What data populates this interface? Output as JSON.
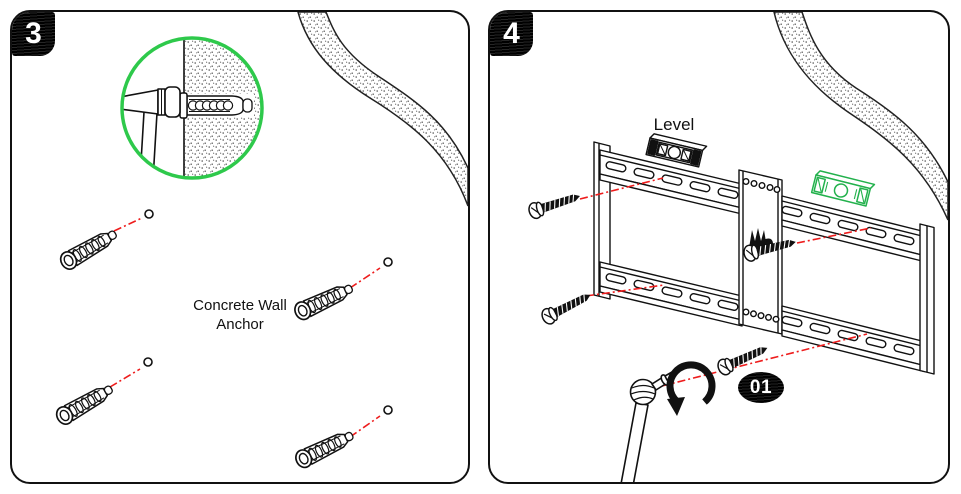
{
  "colors": {
    "line": "#111111",
    "guide_red": "#ee1c1c",
    "detail_green": "#2ec94b",
    "level_green": "#22b14c"
  },
  "step3": {
    "badge": "3",
    "caption_line1": "Concrete Wall",
    "caption_line2": "Anchor"
  },
  "step4": {
    "badge": "4",
    "level_label": "Level",
    "order_badge": "01"
  },
  "icons": {
    "step_badge": "step-number-badge",
    "magnifier_circle": "magnified-detail-circle",
    "hammer": "hammer-icon",
    "anchor": "wall-anchor-icon",
    "drill_hole": "drill-hole-icon",
    "guide_line": "alignment-guide-line",
    "bubble_level": "bubble-level-icon",
    "lag_bolt": "lag-bolt-icon",
    "screwdriver": "socket-screwdriver-icon",
    "rotation_arrow": "clockwise-rotation-arrow-icon",
    "brand_logo": "bracket-brand-logo-icon",
    "wall_band": "wall-cross-section-band"
  }
}
